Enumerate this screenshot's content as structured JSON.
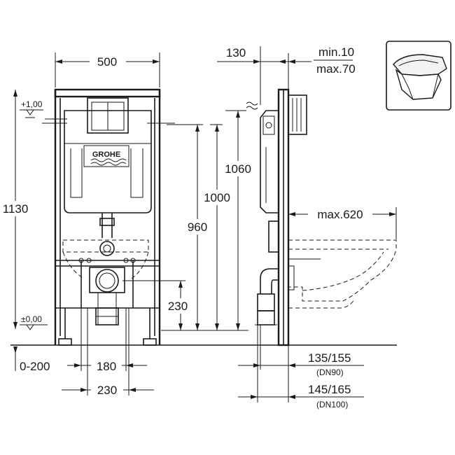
{
  "front_view": {
    "top_width": "500",
    "total_height": "1130",
    "level_top": "+1,00",
    "level_zero": "±0,00",
    "mount_height": "960",
    "drain_height": "230",
    "foot_adjust": "0-200",
    "bolt_spacing_inner": "180",
    "bolt_spacing_outer": "230",
    "brand_logo": "GROHE"
  },
  "side_view": {
    "depth": "130",
    "plate_min": "min.10",
    "plate_max": "max.70",
    "height_1060": "1060",
    "height_1000": "1000",
    "bowl_max": "max.620",
    "drain_dn90": "135/155",
    "drain_dn90_tag": "(DN90)",
    "drain_dn100": "145/165",
    "drain_dn100_tag": "(DN100)"
  },
  "thumbnail": {
    "subject": "wall-hung-toilet-icon"
  }
}
